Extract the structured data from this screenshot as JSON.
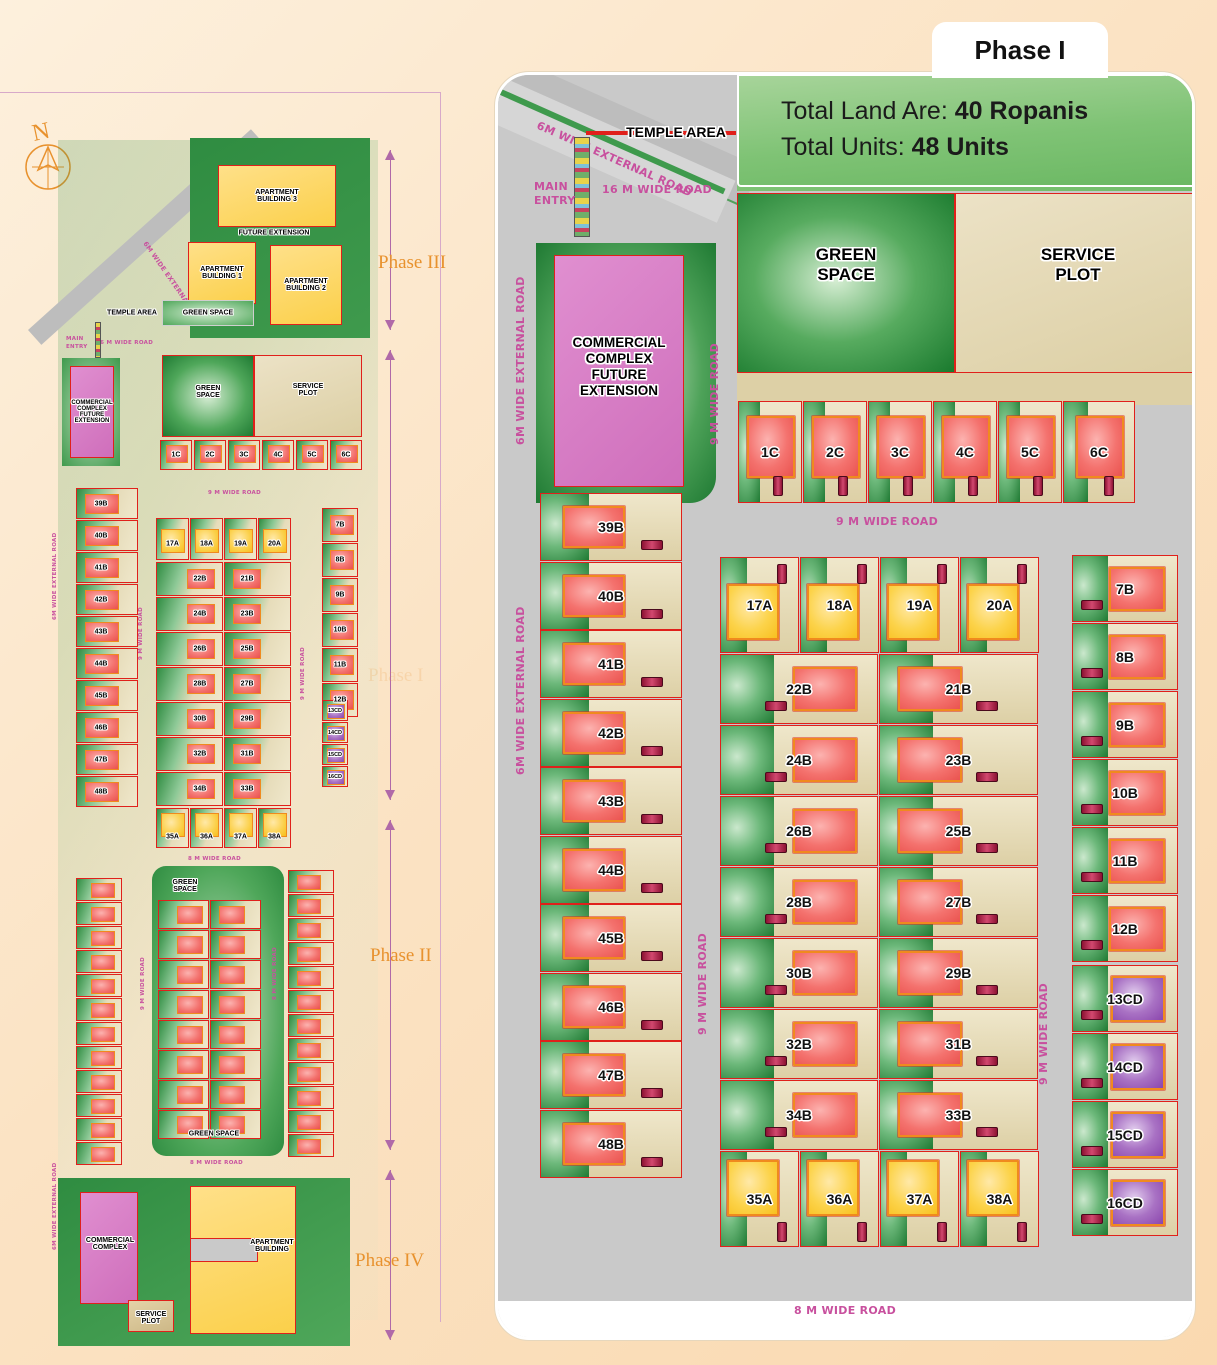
{
  "phase_tab": {
    "label": "Phase I"
  },
  "info_banner": {
    "land_label": "Total Land Are:",
    "land_value": "40 Ropanis",
    "units_label": "Total Units:",
    "units_value": "48 Units"
  },
  "detail_map": {
    "area_labels": {
      "temple_area": "TEMPLE AREA",
      "main_entry": "MAIN\nENTRY",
      "commercial": "COMMERCIAL\nCOMPLEX\nFUTURE\nEXTENSION",
      "green_space": "GREEN\nSPACE",
      "service_plot": "SERVICE\nPLOT"
    },
    "roads": {
      "external_top": "6M WIDE EXTERNAL ROAD",
      "entry_road": "16 M WIDE ROAD",
      "external_left": "6M WIDE EXTERNAL ROAD",
      "inner_left": "9 M WIDE ROAD",
      "inner_mid": "9 M WIDE ROAD",
      "inner_right": "9 M WIDE ROAD",
      "top_horizontal": "9 M WIDE ROAD",
      "bottom": "8 M WIDE ROAD"
    },
    "row_c": [
      "1C",
      "2C",
      "3C",
      "4C",
      "5C",
      "6C"
    ],
    "col_left_b": [
      "39B",
      "40B",
      "41B",
      "42B",
      "43B",
      "44B",
      "45B",
      "46B",
      "47B",
      "48B"
    ],
    "center_a_top": [
      "17A",
      "18A",
      "19A",
      "20A"
    ],
    "center_b_pairs": [
      [
        "22B",
        "21B"
      ],
      [
        "24B",
        "23B"
      ],
      [
        "26B",
        "25B"
      ],
      [
        "28B",
        "27B"
      ],
      [
        "30B",
        "29B"
      ],
      [
        "32B",
        "31B"
      ],
      [
        "34B",
        "33B"
      ]
    ],
    "center_a_bottom": [
      "35A",
      "36A",
      "37A",
      "38A"
    ],
    "col_right_b": [
      "7B",
      "8B",
      "9B",
      "10B",
      "11B",
      "12B"
    ],
    "col_right_cd": [
      "13CD",
      "14CD",
      "15CD",
      "16CD"
    ]
  },
  "overview_map": {
    "compass": "N",
    "phases": [
      "Phase III",
      "Phase I",
      "Phase II",
      "Phase IV"
    ],
    "labels": {
      "apartment_building_3": "APARTMENT\nBUILDING 3",
      "apartment_building_1": "APARTMENT\nBUILDING 1",
      "apartment_building_2": "APARTMENT\nBUILDING 2",
      "future_extension": "FUTURE EXTENSION",
      "green_space_upper": "GREEN SPACE",
      "green_space_mid": "GREEN\nSPACE",
      "service_plot_upper": "SERVICE\nPLOT",
      "temple_area": "TEMPLE AREA",
      "main_entry": "MAIN\nENTRY",
      "commercial_future": "COMMERCIAL\nCOMPLEX\nFUTURE\nEXTENSION",
      "green_space_p2_top": "GREEN\nSPACE",
      "green_space_p2_bottom": "GREEN SPACE",
      "commercial_complex": "COMMERCIAL\nCOMPLEX",
      "service_plot_lower": "SERVICE\nPLOT",
      "apartment_building": "APARTMENT\nBUILDING"
    },
    "roads": {
      "external_diag": "6M WIDE EXTERNAL ROAD",
      "entry_road": "16 M WIDE ROAD",
      "external_left_upper": "6M WIDE EXTERNAL ROAD",
      "external_left_lower": "6M WIDE EXTERNAL ROAD",
      "nine_a": "9 M WIDE ROAD",
      "nine_b": "9 M WIDE ROAD",
      "nine_c": "9 M WIDE ROAD",
      "nine_top": "9 M WIDE ROAD",
      "eight_mid": "8 M WIDE ROAD",
      "eight_low": "8 M WIDE ROAD",
      "eight_bottom": "8 M WIDE ROAD"
    }
  },
  "colors": {
    "plot_red": "#f0625e",
    "plot_yellow": "#fbd04a",
    "plot_purple": "#a972c4",
    "commercial_pink": "#d879c4",
    "green_dark": "#1f7a33",
    "road_gray": "#c9c9c9",
    "road_label": "#c8509e",
    "phase_orange": "#e8922e",
    "banner_green": "#7fc375",
    "outline_red": "#e0201b"
  }
}
